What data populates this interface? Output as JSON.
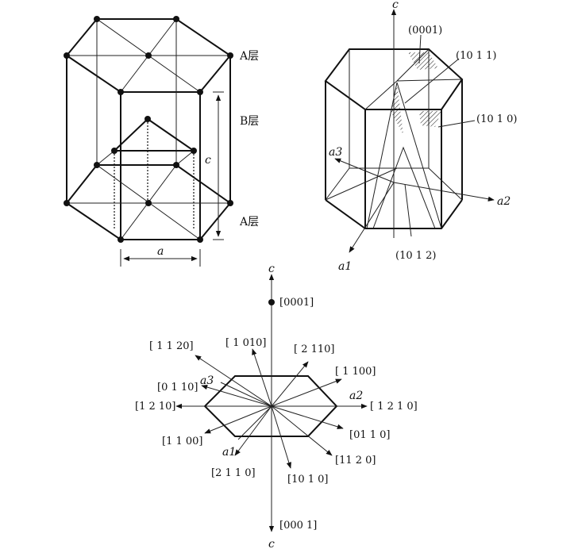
{
  "hcp_cell": {
    "layer_top": "A层",
    "layer_mid": "B层",
    "layer_bottom": "A层",
    "param_c": "c",
    "param_a": "a"
  },
  "prism": {
    "axis_c": "c",
    "axis_a1": "a1",
    "axis_a2": "a2",
    "axis_a3": "a3",
    "planes": {
      "p0001": "(0001)",
      "p10m11": "(10 1 1)",
      "p10m10": "(10 1 0)",
      "p10m12": "(10 1 2)"
    }
  },
  "directions": {
    "axis_c_top": "c",
    "axis_c_bottom": "c",
    "axis_a1": "a1",
    "axis_a2": "a2",
    "axis_a3": "a3",
    "d0001": "[0001]",
    "d000m1": "[000 1]",
    "dm1m120": "[ 1 1 20]",
    "dm1010": "[ 1 010]",
    "dm2110": "[ 2 110]",
    "dm1100": "[ 1 100]",
    "d0m110": "[0 1 10]",
    "d1m210": "[1 2 10]",
    "dm12m10": "[ 1 2 1 0]",
    "d1m100": "[1 1 00]",
    "d01m10": "[01 1 0]",
    "d2m1m10": "[2 1 1 0]",
    "d10m10": "[10 1 0]",
    "d11m20": "[11 2 0]"
  }
}
